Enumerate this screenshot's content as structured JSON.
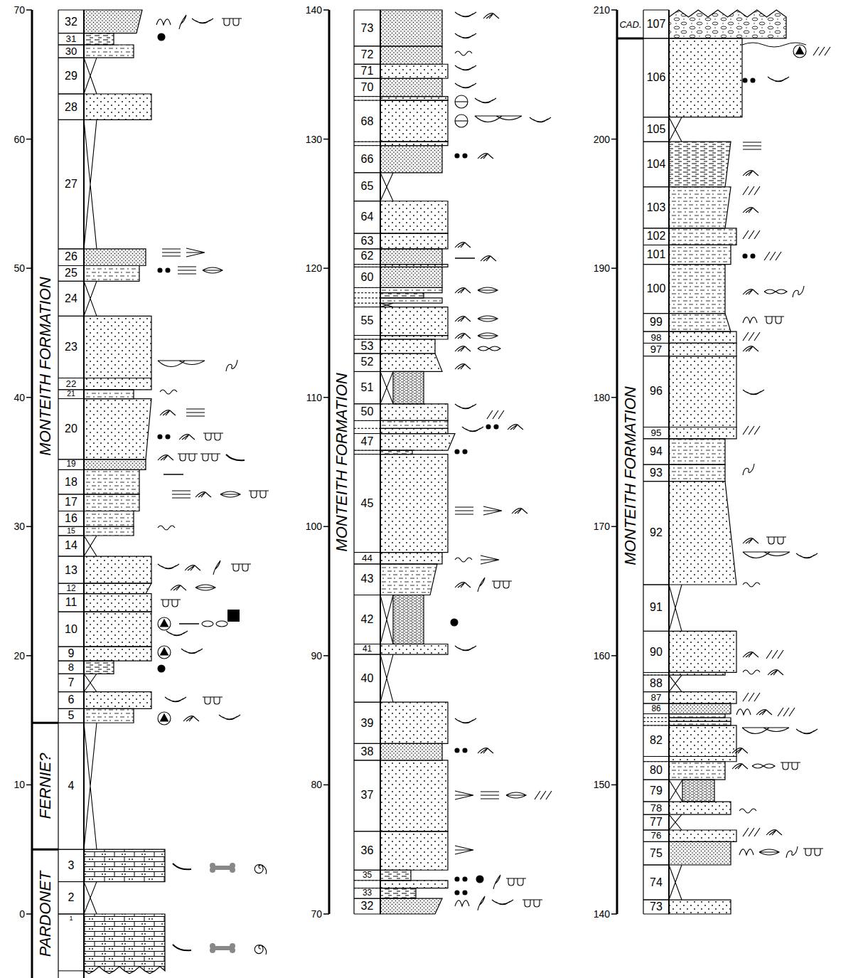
{
  "diagram": {
    "nodes": [
      {
        "text": [
          "MONTEITH FORMATION"
        ]
      },
      {
        "text": [
          "FERNIE?"
        ]
      },
      {
        "text": [
          "PARDONET"
        ]
      },
      {
        "text": [
          "MONTEITH FORMATION"
        ]
      },
      {
        "text": [
          "CAD."
        ]
      },
      {
        "text": [
          "MONTEITH FORMATION"
        ]
      }
    ],
    "labels": [
      "70",
      "60",
      "50",
      "40",
      "30",
      "20",
      "10",
      "0",
      "140",
      "130",
      "120",
      "110",
      "100",
      "90",
      "80",
      "70",
      "210",
      "200",
      "190",
      "180",
      "170",
      "160",
      "150",
      "140",
      "1",
      "2",
      "3",
      "4",
      "5",
      "6",
      "7",
      "8",
      "9",
      "10",
      "11",
      "12",
      "13",
      "14",
      "15",
      "16",
      "17",
      "18",
      "19",
      "20",
      "21",
      "22",
      "23",
      "24",
      "25",
      "26",
      "27",
      "28",
      "29",
      "30",
      "31",
      "32",
      "32",
      "33",
      "35",
      "36",
      "37",
      "38",
      "39",
      "40",
      "41",
      "42",
      "43",
      "44",
      "45",
      "47",
      "50",
      "51",
      "52",
      "53",
      "55",
      "60",
      "62",
      "63",
      "64",
      "65",
      "66",
      "68",
      "70",
      "71",
      "72",
      "73",
      "73",
      "74",
      "75",
      "76",
      "77",
      "78",
      "79",
      "80",
      "82",
      "86",
      "87",
      "88",
      "90",
      "91",
      "92",
      "93",
      "94",
      "95",
      "96",
      "97",
      "98",
      "99",
      "100",
      "101",
      "102",
      "103",
      "104",
      "105",
      "106",
      "107"
    ]
  }
}
